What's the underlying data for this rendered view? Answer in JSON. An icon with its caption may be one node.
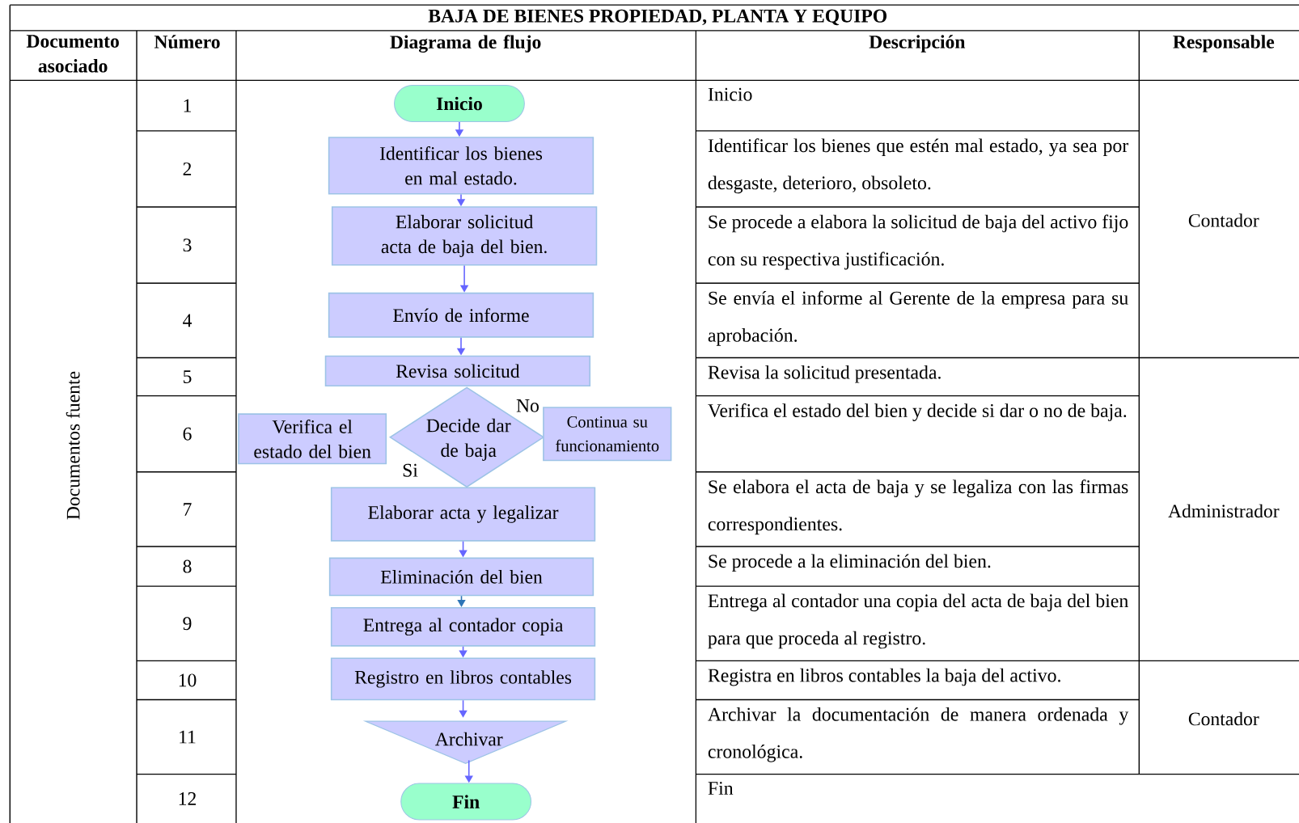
{
  "diagram": {
    "title": "BAJA DE BIENES PROPIEDAD, PLANTA Y EQUIPO",
    "nodes": [
      {
        "text": [
          "Inicio"
        ]
      },
      {
        "text": [
          "Identificar los bienes en mal estado."
        ]
      },
      {
        "text": [
          "Elaborar solicitud acta de baja del bien."
        ]
      },
      {
        "text": [
          "Envío de informe"
        ]
      },
      {
        "text": [
          "Revisa solicitud"
        ]
      },
      {
        "text": [
          "Verifica el estado del bien"
        ]
      },
      {
        "text": [
          "Decide dar de baja"
        ]
      },
      {
        "text": [
          "Continua su funcionamiento"
        ]
      },
      {
        "text": [
          "Elaborar acta y legalizar"
        ]
      },
      {
        "text": [
          "Eliminación del bien"
        ]
      },
      {
        "text": [
          "Entrega al contador copia"
        ]
      },
      {
        "text": [
          "Registro en libros contables"
        ]
      },
      {
        "text": [
          "Archivar"
        ]
      },
      {
        "text": [
          "Fin"
        ]
      }
    ],
    "edges": [
      {
        "from": 0,
        "to": 1,
        "arrow": "to"
      },
      {
        "from": 1,
        "to": 2,
        "arrow": "to"
      },
      {
        "from": 2,
        "to": 3,
        "arrow": "to"
      },
      {
        "from": 3,
        "to": 4,
        "arrow": "to"
      },
      {
        "from": 8,
        "to": 9,
        "arrow": "to"
      },
      {
        "from": 9,
        "to": 10,
        "arrow": "to",
        "color": "#2e75b6"
      },
      {
        "from": 10,
        "to": 11,
        "arrow": "to"
      },
      {
        "from": 11,
        "to": 12,
        "arrow": "to"
      },
      {
        "from": 12,
        "to": 13,
        "arrow": "to"
      }
    ],
    "labels": [
      "Documento asociado",
      "Número",
      "Diagrama de flujo",
      "Descripción",
      "Responsable",
      "Documentos fuente",
      "1",
      "2",
      "3",
      "4",
      "5",
      "6",
      "7",
      "8",
      "9",
      "10",
      "11",
      "12",
      "Inicio",
      "Identificar los bienes que estén mal estado, ya sea por desgaste, deterioro, obsoleto.",
      "Se procede a elabora la solicitud de baja del activo fijo con su respectiva justificación.",
      "Se envía el informe al Gerente de la empresa para su aprobación.",
      "Revisa la solicitud presentada.",
      "Verifica el estado del bien y decide si dar o no de baja.",
      "Se elabora el acta de baja y se legaliza con las firmas correspondientes.",
      "Se procede a la eliminación del bien.",
      "Entrega al contador una copia del acta de baja del bien para que proceda al registro.",
      "Registra en libros contables la baja del activo.",
      "Archivar la documentación de manera ordenada y cronológica.",
      "Fin",
      "Contador",
      "Administrador",
      "Contador",
      "No",
      "Si"
    ]
  }
}
